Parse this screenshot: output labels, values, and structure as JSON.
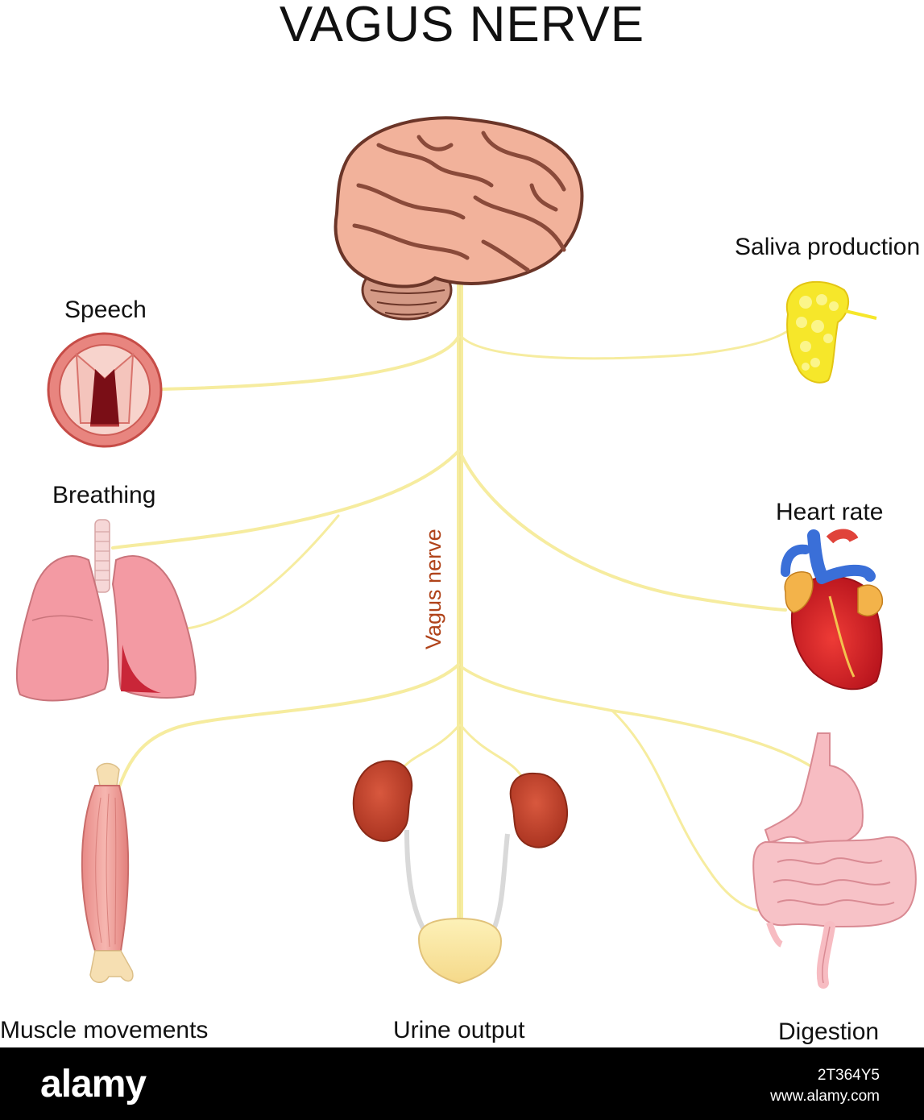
{
  "title": "VAGUS NERVE",
  "nerve_label": "Vagus nerve",
  "labels": {
    "speech": "Speech",
    "saliva": "Saliva production",
    "breathing": "Breathing",
    "heart": "Heart rate",
    "muscle": "Muscle movements",
    "urine": "Urine output",
    "digestion": "Digestion"
  },
  "footer": {
    "logo": "alamy",
    "image_id": "2T364Y5",
    "site": "www.alamy.com"
  },
  "colors": {
    "nerve": "#f6ec9f",
    "brain": "#f2b29b",
    "heart": "#d9232b",
    "lungs": "#f39aa3",
    "kidney": "#c9402c",
    "gland": "#f6e72a",
    "footer": "#000000"
  }
}
